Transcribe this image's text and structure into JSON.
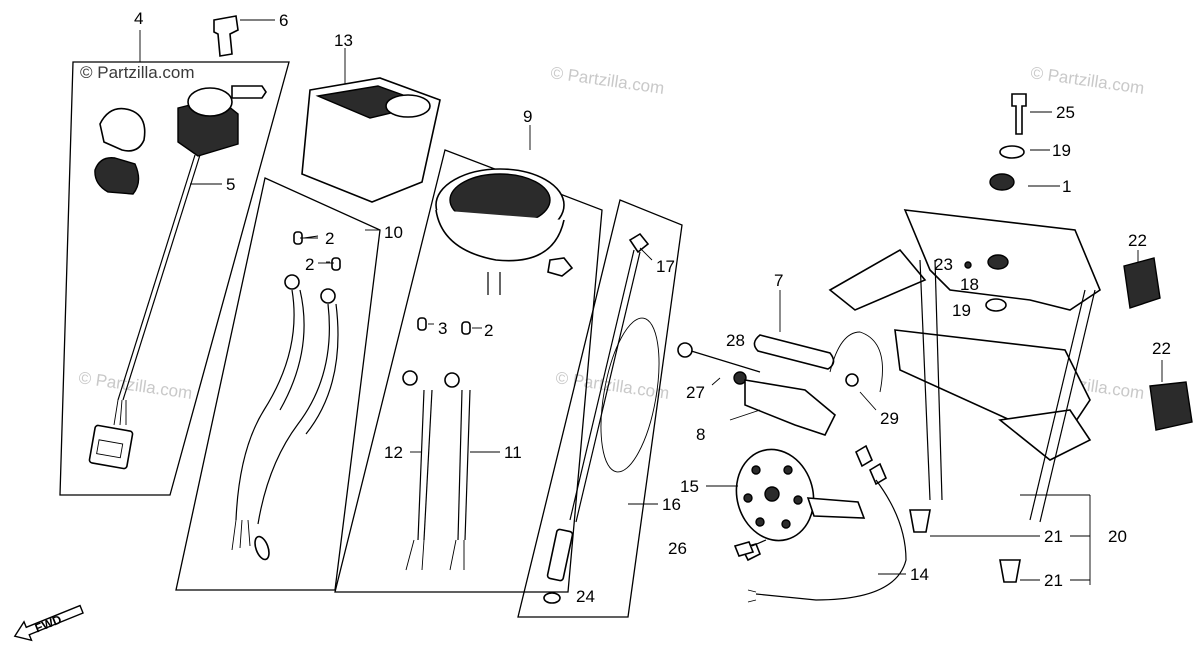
{
  "watermarks": {
    "text": "© Partzilla.com"
  },
  "callouts": {
    "c1": "1",
    "c2a": "2",
    "c2b": "2",
    "c2c": "2",
    "c3": "3",
    "c4": "4",
    "c5": "5",
    "c6": "6",
    "c7": "7",
    "c8": "8",
    "c9": "9",
    "c10": "10",
    "c11": "11",
    "c12": "12",
    "c13": "13",
    "c14": "14",
    "c15": "15",
    "c16": "16",
    "c17": "17",
    "c18": "18",
    "c19a": "19",
    "c19b": "19",
    "c20": "20",
    "c21a": "21",
    "c21b": "21",
    "c22a": "22",
    "c22b": "22",
    "c23": "23",
    "c24": "24",
    "c25": "25",
    "c26": "26",
    "c27": "27",
    "c28": "28",
    "c29": "29"
  },
  "fwd_label": "FWD"
}
